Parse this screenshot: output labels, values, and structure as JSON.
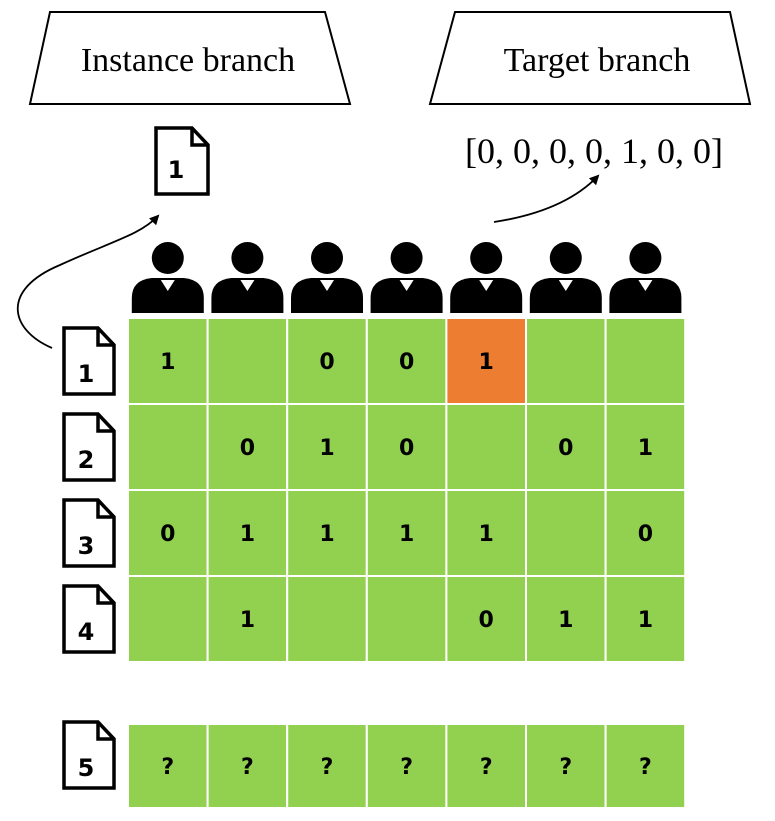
{
  "branches": {
    "instance": "Instance branch",
    "target": "Target branch"
  },
  "instance_output": "1",
  "target_vector": "[0, 0, 0, 0, 1, 0, 0]",
  "users": [
    "1",
    "2",
    "3",
    "4",
    "5",
    "6",
    "7"
  ],
  "instances": [
    "1",
    "2",
    "3",
    "4"
  ],
  "matrix": [
    [
      "1",
      "",
      "0",
      "0",
      "1",
      "",
      ""
    ],
    [
      "",
      "0",
      "1",
      "0",
      "",
      "0",
      "1"
    ],
    [
      "0",
      "1",
      "1",
      "1",
      "1",
      "",
      "0"
    ],
    [
      "",
      "1",
      "",
      "",
      "0",
      "1",
      "1"
    ]
  ],
  "highlight": {
    "row": 0,
    "col": 4
  },
  "new_instance": {
    "label": "5",
    "cells": [
      "?",
      "?",
      "?",
      "?",
      "?",
      "?",
      "?"
    ]
  },
  "colors": {
    "cell": "#92d050",
    "highlight": "#ed7d31",
    "ink": "#000000",
    "grid_line": "#ffffff"
  }
}
